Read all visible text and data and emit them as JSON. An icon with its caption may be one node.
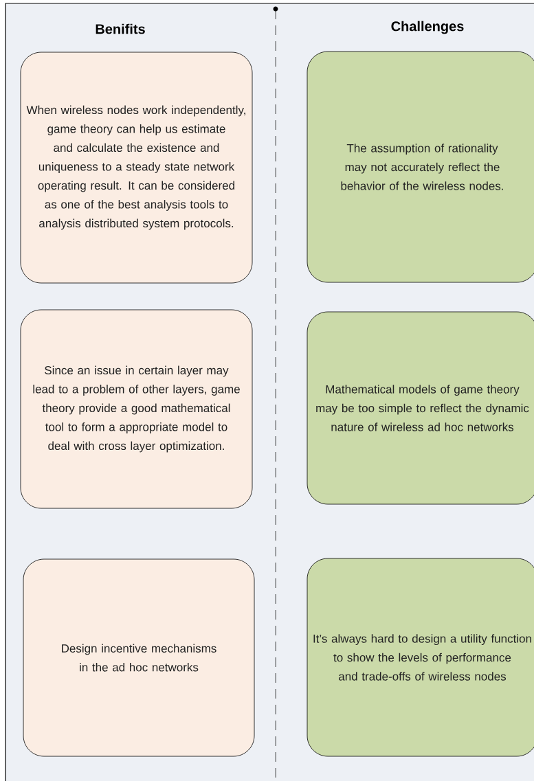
{
  "diagram": {
    "nodes": [
      {
        "text": [
          "When wireless nodes work independently, game theory can help us estimate and calculate the existence and uniqueness to a steady state network operating result. It can be considered as one of the best analysis tools to analysis distributed system protocols."
        ]
      },
      {
        "text": [
          "The assumption of rationality may not accurately reflect the behavior of the wireless nodes."
        ]
      },
      {
        "text": [
          "Since an issue in certain layer may lead to a problem of other layers, game theory provide a good mathematical tool to form a appropriate model to deal with cross layer optimization."
        ]
      },
      {
        "text": [
          "Mathematical models of game theory may be too simple to reflect the dynamic nature of wireless ad hoc networks"
        ]
      },
      {
        "text": [
          "Design incentive mechanisms in the ad hoc networks"
        ]
      },
      {
        "text": [
          "It’s always hard to design a utility function to show the levels of performance and trade-offs of wireless nodes"
        ]
      }
    ],
    "labels": [
      "Benifits",
      "Challenges"
    ]
  }
}
